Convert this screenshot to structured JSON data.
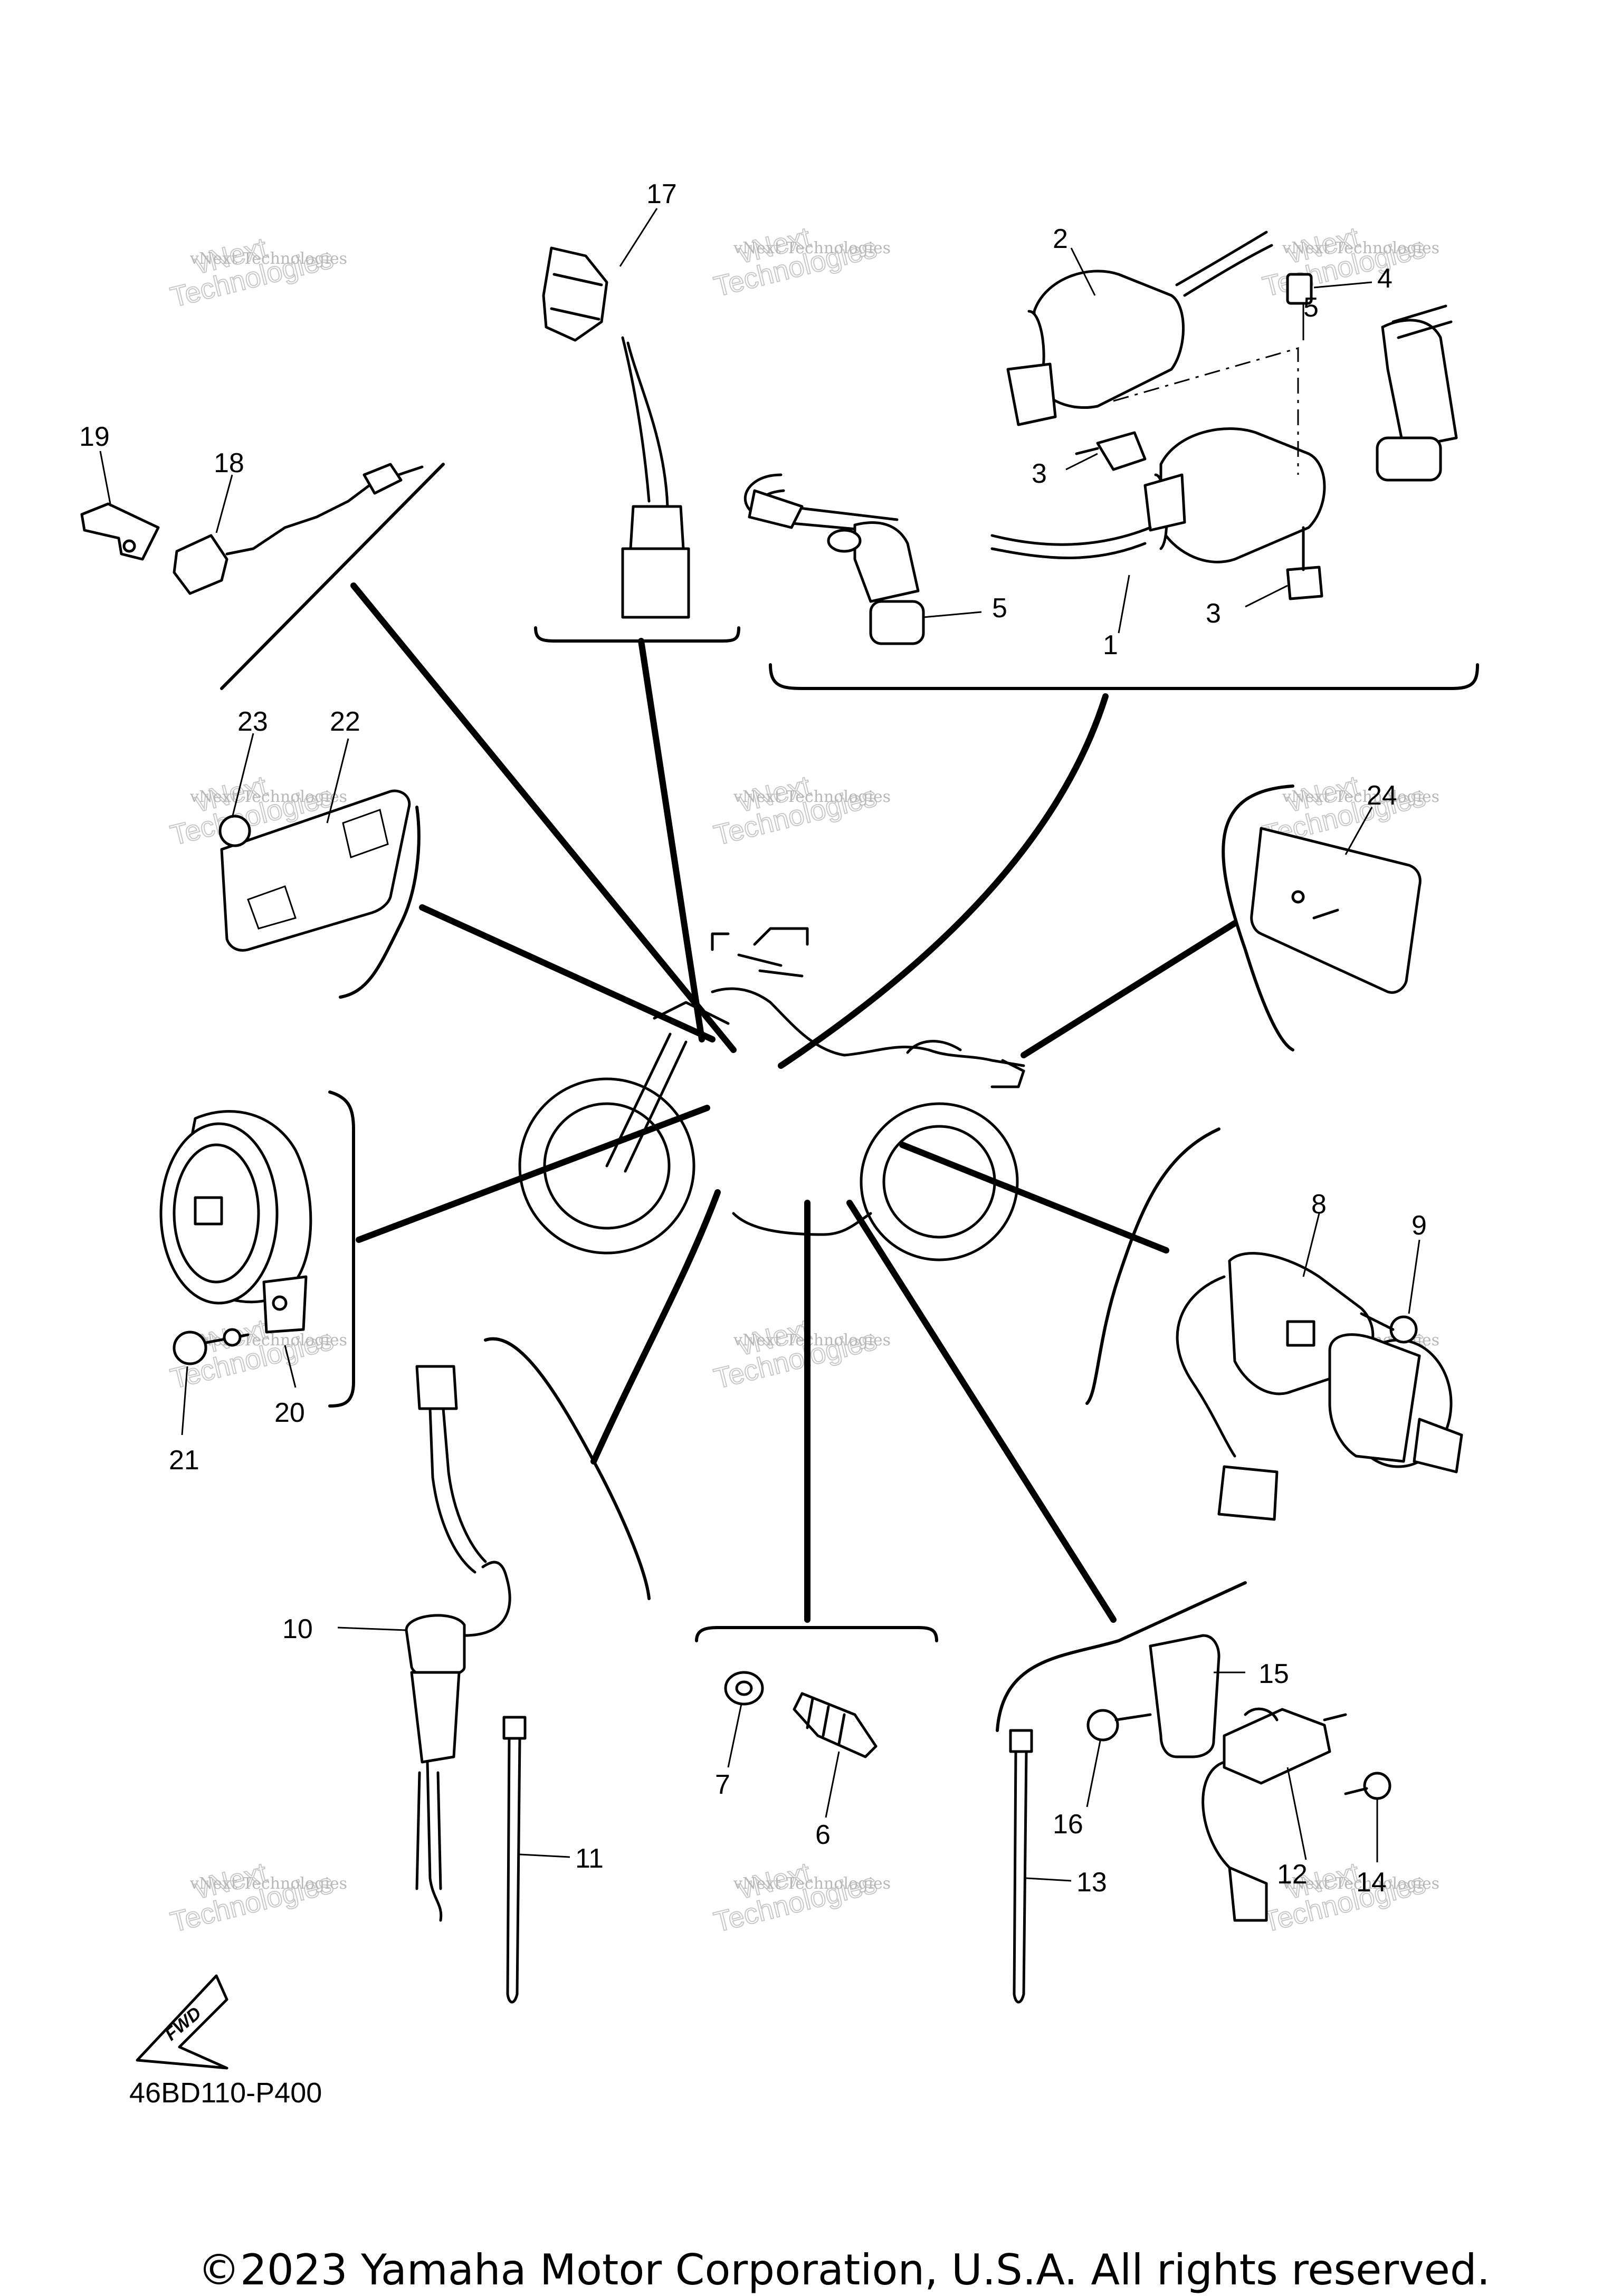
{
  "diagram": {
    "callouts": [
      "1",
      "2",
      "3",
      "3",
      "4",
      "5",
      "5",
      "6",
      "7",
      "8",
      "9",
      "10",
      "11",
      "12",
      "13",
      "14",
      "15",
      "16",
      "17",
      "18",
      "19",
      "20",
      "21",
      "22",
      "23",
      "24"
    ],
    "drawing_code": "46BD110-P400",
    "copyright": "©2023 Yamaha Motor Corporation, U.S.A. All rights reserved.",
    "fwd_arrow_text": "FWD",
    "watermark_line1": "vNext Technologies",
    "watermark_line2": "Technologies",
    "watermark_line3": "vNext"
  }
}
